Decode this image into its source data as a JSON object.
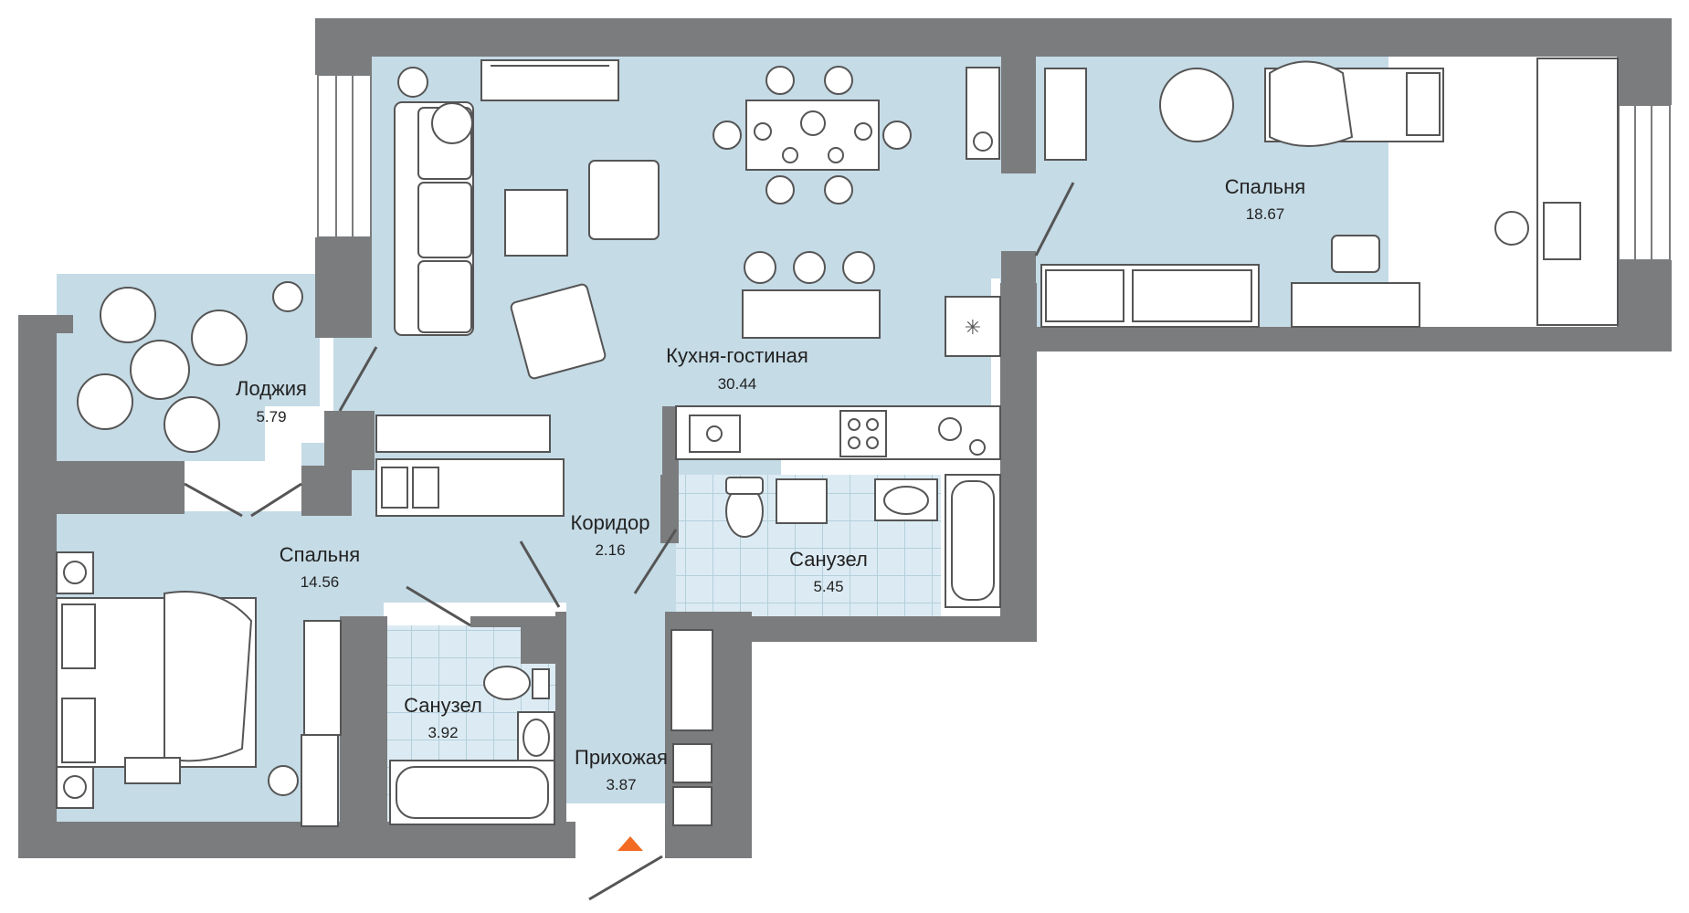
{
  "colors": {
    "wall": "#7b7c7e",
    "floor": "#c5dbe6",
    "tile": "#dcebf3",
    "tile_line": "#b3cfdc",
    "furniture": "#ffffff",
    "outline": "#555555",
    "entrance": "#f26b21"
  },
  "rooms": [
    {
      "id": "loggia",
      "name": "Лоджия",
      "area": "5.79"
    },
    {
      "id": "kitchen_living",
      "name": "Кухня-гостиная",
      "area": "30.44"
    },
    {
      "id": "bedroom_large",
      "name": "Спальня",
      "area": "18.67"
    },
    {
      "id": "bedroom_small",
      "name": "Спальня",
      "area": "14.56"
    },
    {
      "id": "corridor",
      "name": "Коридор",
      "area": "2.16"
    },
    {
      "id": "bathroom_large",
      "name": "Санузел",
      "area": "5.45"
    },
    {
      "id": "bathroom_small",
      "name": "Санузел",
      "area": "3.92"
    },
    {
      "id": "hallway",
      "name": "Прихожая",
      "area": "3.87"
    }
  ],
  "entrance_marker": "entrance-arrow"
}
